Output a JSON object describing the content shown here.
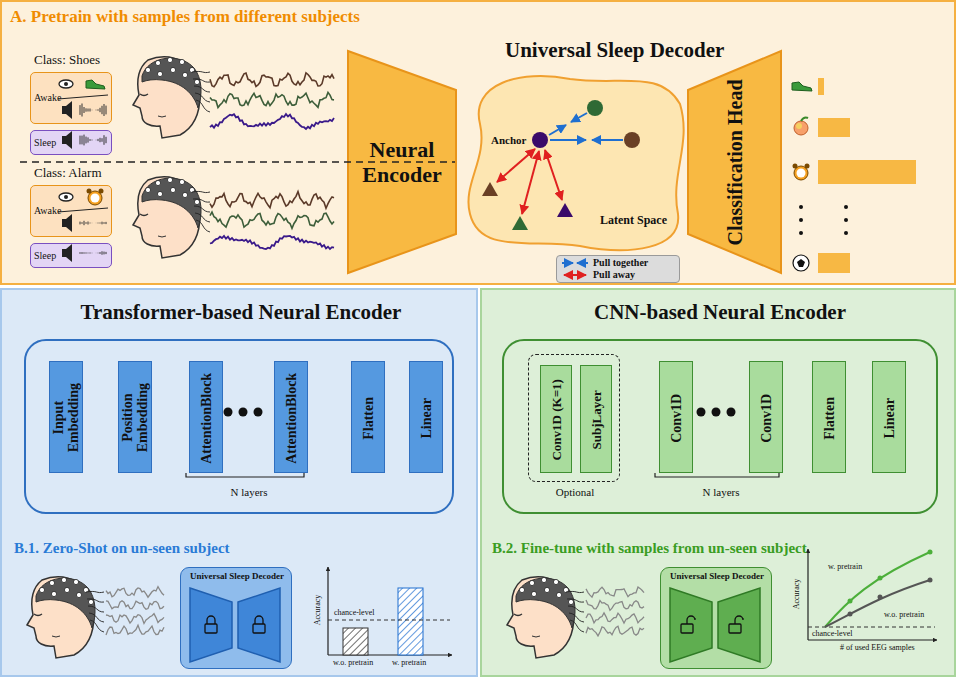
{
  "diagram": {
    "nodes": [
      {
        "text": [
          "A. Pretrain with samples from different subjects"
        ]
      },
      {
        "text": [
          "Awake"
        ],
        "in": 0
      },
      {
        "text": [
          "Sleep"
        ],
        "in": 0
      },
      {
        "text": [
          "Awake"
        ],
        "in": 0
      },
      {
        "text": [
          "Sleep"
        ],
        "in": 0
      },
      {
        "text": [
          "Neural Encoder"
        ],
        "in": 0
      },
      {
        "text": [
          "Anchor",
          "Latent Space"
        ],
        "in": 0
      },
      {
        "text": [
          "Classification Head"
        ],
        "in": 0
      },
      {
        "text": [
          "Transformer-based Neural Encoder",
          "B.1. Zero-Shot on un-seen subject"
        ]
      },
      {
        "text": [
          "N layers"
        ],
        "in": 8
      },
      {
        "text": [
          "Input Embedding"
        ],
        "in": 9
      },
      {
        "text": [
          "Position Embedding"
        ],
        "in": 9
      },
      {
        "text": [
          "AttentionBlock"
        ],
        "in": 9
      },
      {
        "text": [
          "AttentionBlock"
        ],
        "in": 9
      },
      {
        "text": [
          "Flatten"
        ],
        "in": 9
      },
      {
        "text": [
          "Linear"
        ],
        "in": 9
      },
      {
        "text": [
          "Universal Sleep Decoder"
        ],
        "in": 8
      },
      {
        "text": [
          "CNN-based Neural Encoder",
          "B.2. Fine-tune with samples from un-seen subject"
        ]
      },
      {
        "text": [
          "N layers"
        ],
        "in": 17
      },
      {
        "text": [
          "Optional"
        ],
        "in": 18
      },
      {
        "text": [
          "Conv1D (K=1)"
        ],
        "in": 19
      },
      {
        "text": [
          "SubjLayer"
        ],
        "in": 19
      },
      {
        "text": [
          "Conv1D"
        ],
        "in": 18
      },
      {
        "text": [
          "Conv1D"
        ],
        "in": 18
      },
      {
        "text": [
          "Flatten"
        ],
        "in": 18
      },
      {
        "text": [
          "Linear"
        ],
        "in": 18
      },
      {
        "text": [
          "Universal Sleep Decoder"
        ],
        "in": 17
      }
    ],
    "labels": [
      "Class: Shoes",
      "Class: Alarm",
      "Universal Sleep Decoder",
      "Accuracy",
      "chance-level",
      "w.o. pretrain",
      "w. pretrain",
      "Accuracy",
      "w. pretrain",
      "w.o. pretrain",
      "chance-level",
      "# of used EEG samples"
    ],
    "legend": [
      {
        "text": "Pull together"
      },
      {
        "text": "Pull away"
      }
    ]
  }
}
